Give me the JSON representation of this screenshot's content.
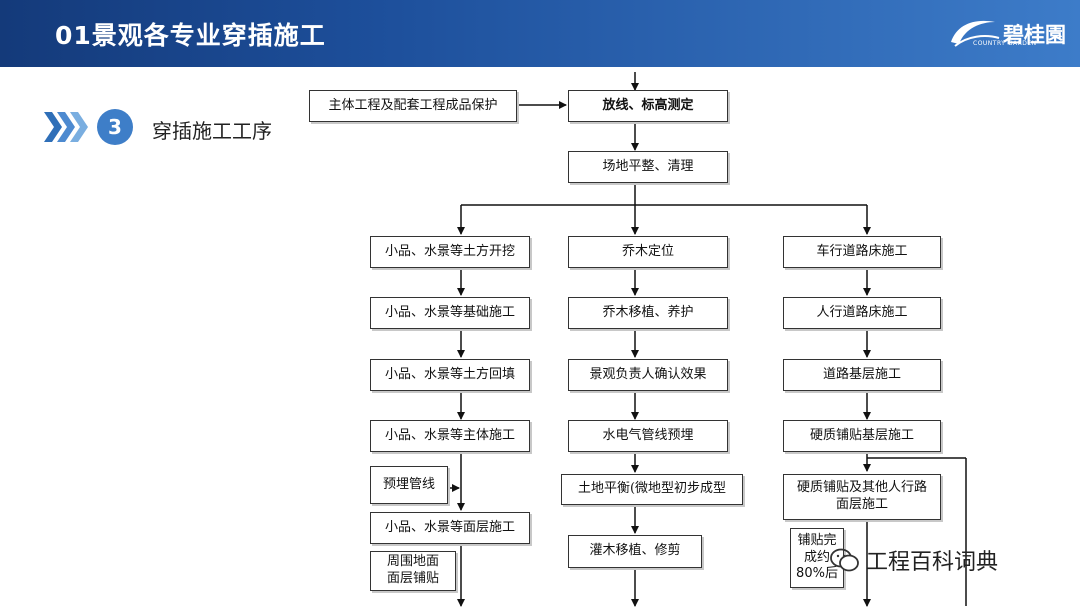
{
  "header": {
    "title": "01景观各专业穿插施工",
    "logo_text": "碧桂園",
    "logo_sub": "COUNTRY GARDEN"
  },
  "section": {
    "number": "3",
    "title": "穿插施工工序"
  },
  "flow": {
    "top_left": "主体工程及配套工程成品保护",
    "start": "放线、标高测定",
    "site": "场地平整、清理",
    "col1": [
      "小品、水景等土方开挖",
      "小品、水景等基础施工",
      "小品、水景等土方回填",
      "小品、水景等主体施工",
      "预埋管线",
      "小品、水景等面层施工",
      "周围地面\n面层铺贴"
    ],
    "col2": [
      "乔木定位",
      "乔木移植、养护",
      "景观负责人确认效果",
      "水电气管线预埋",
      "土地平衡(微地型初步成型",
      "灌木移植、修剪"
    ],
    "col3": [
      "车行道路床施工",
      "人行道路床施工",
      "道路基层施工",
      "硬质铺贴基层施工",
      "硬质铺贴及其他人行路\n面层施工",
      "铺贴完\n成约\n80%后"
    ]
  },
  "watermark": {
    "text": "工程百科词典",
    "icon": "wechat-icon"
  }
}
